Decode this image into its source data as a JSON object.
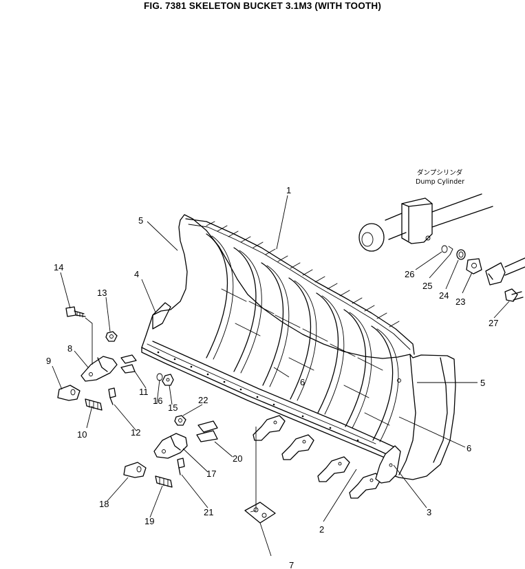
{
  "title": "FIG. 7381  SKELETON BUCKET 3.1M3 (WITH TOOTH)",
  "dump_note": {
    "jp": "ダンプシリンダ",
    "en": "Dump Cylinder"
  },
  "callouts": {
    "c1": "1",
    "c2": "2",
    "c3": "3",
    "c4": "4",
    "c5a": "5",
    "c5b": "5",
    "c6a": "6",
    "c6b": "6",
    "c7": "7",
    "c8": "8",
    "c9": "9",
    "c10": "10",
    "c11": "11",
    "c12": "12",
    "c13": "13",
    "c14": "14",
    "c15": "15",
    "c16": "16",
    "c17": "17",
    "c18": "18",
    "c19": "19",
    "c20": "20",
    "c21": "21",
    "c22": "22",
    "c23": "23",
    "c24": "24",
    "c25": "25",
    "c26": "26",
    "c27": "27"
  }
}
